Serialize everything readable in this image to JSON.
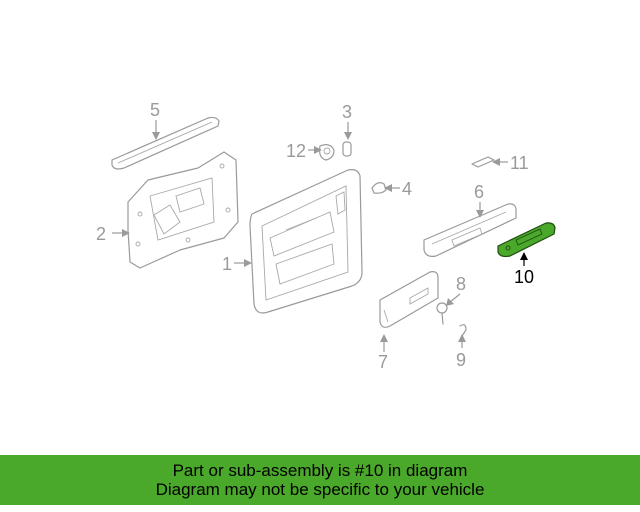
{
  "diagram": {
    "callouts": {
      "c1": "1",
      "c2": "2",
      "c3": "3",
      "c4": "4",
      "c5": "5",
      "c6": "6",
      "c7": "7",
      "c8": "8",
      "c9": "9",
      "c10": "10",
      "c11": "11",
      "c12": "12"
    },
    "highlighted_part": "10",
    "colors": {
      "highlight": "#4aa82a",
      "line": "#9a9a9a",
      "banner": "#4aa82a"
    }
  },
  "banner": {
    "line1": "Part or sub-assembly is #10 in diagram",
    "line2": "Diagram may not be specific to your vehicle"
  }
}
